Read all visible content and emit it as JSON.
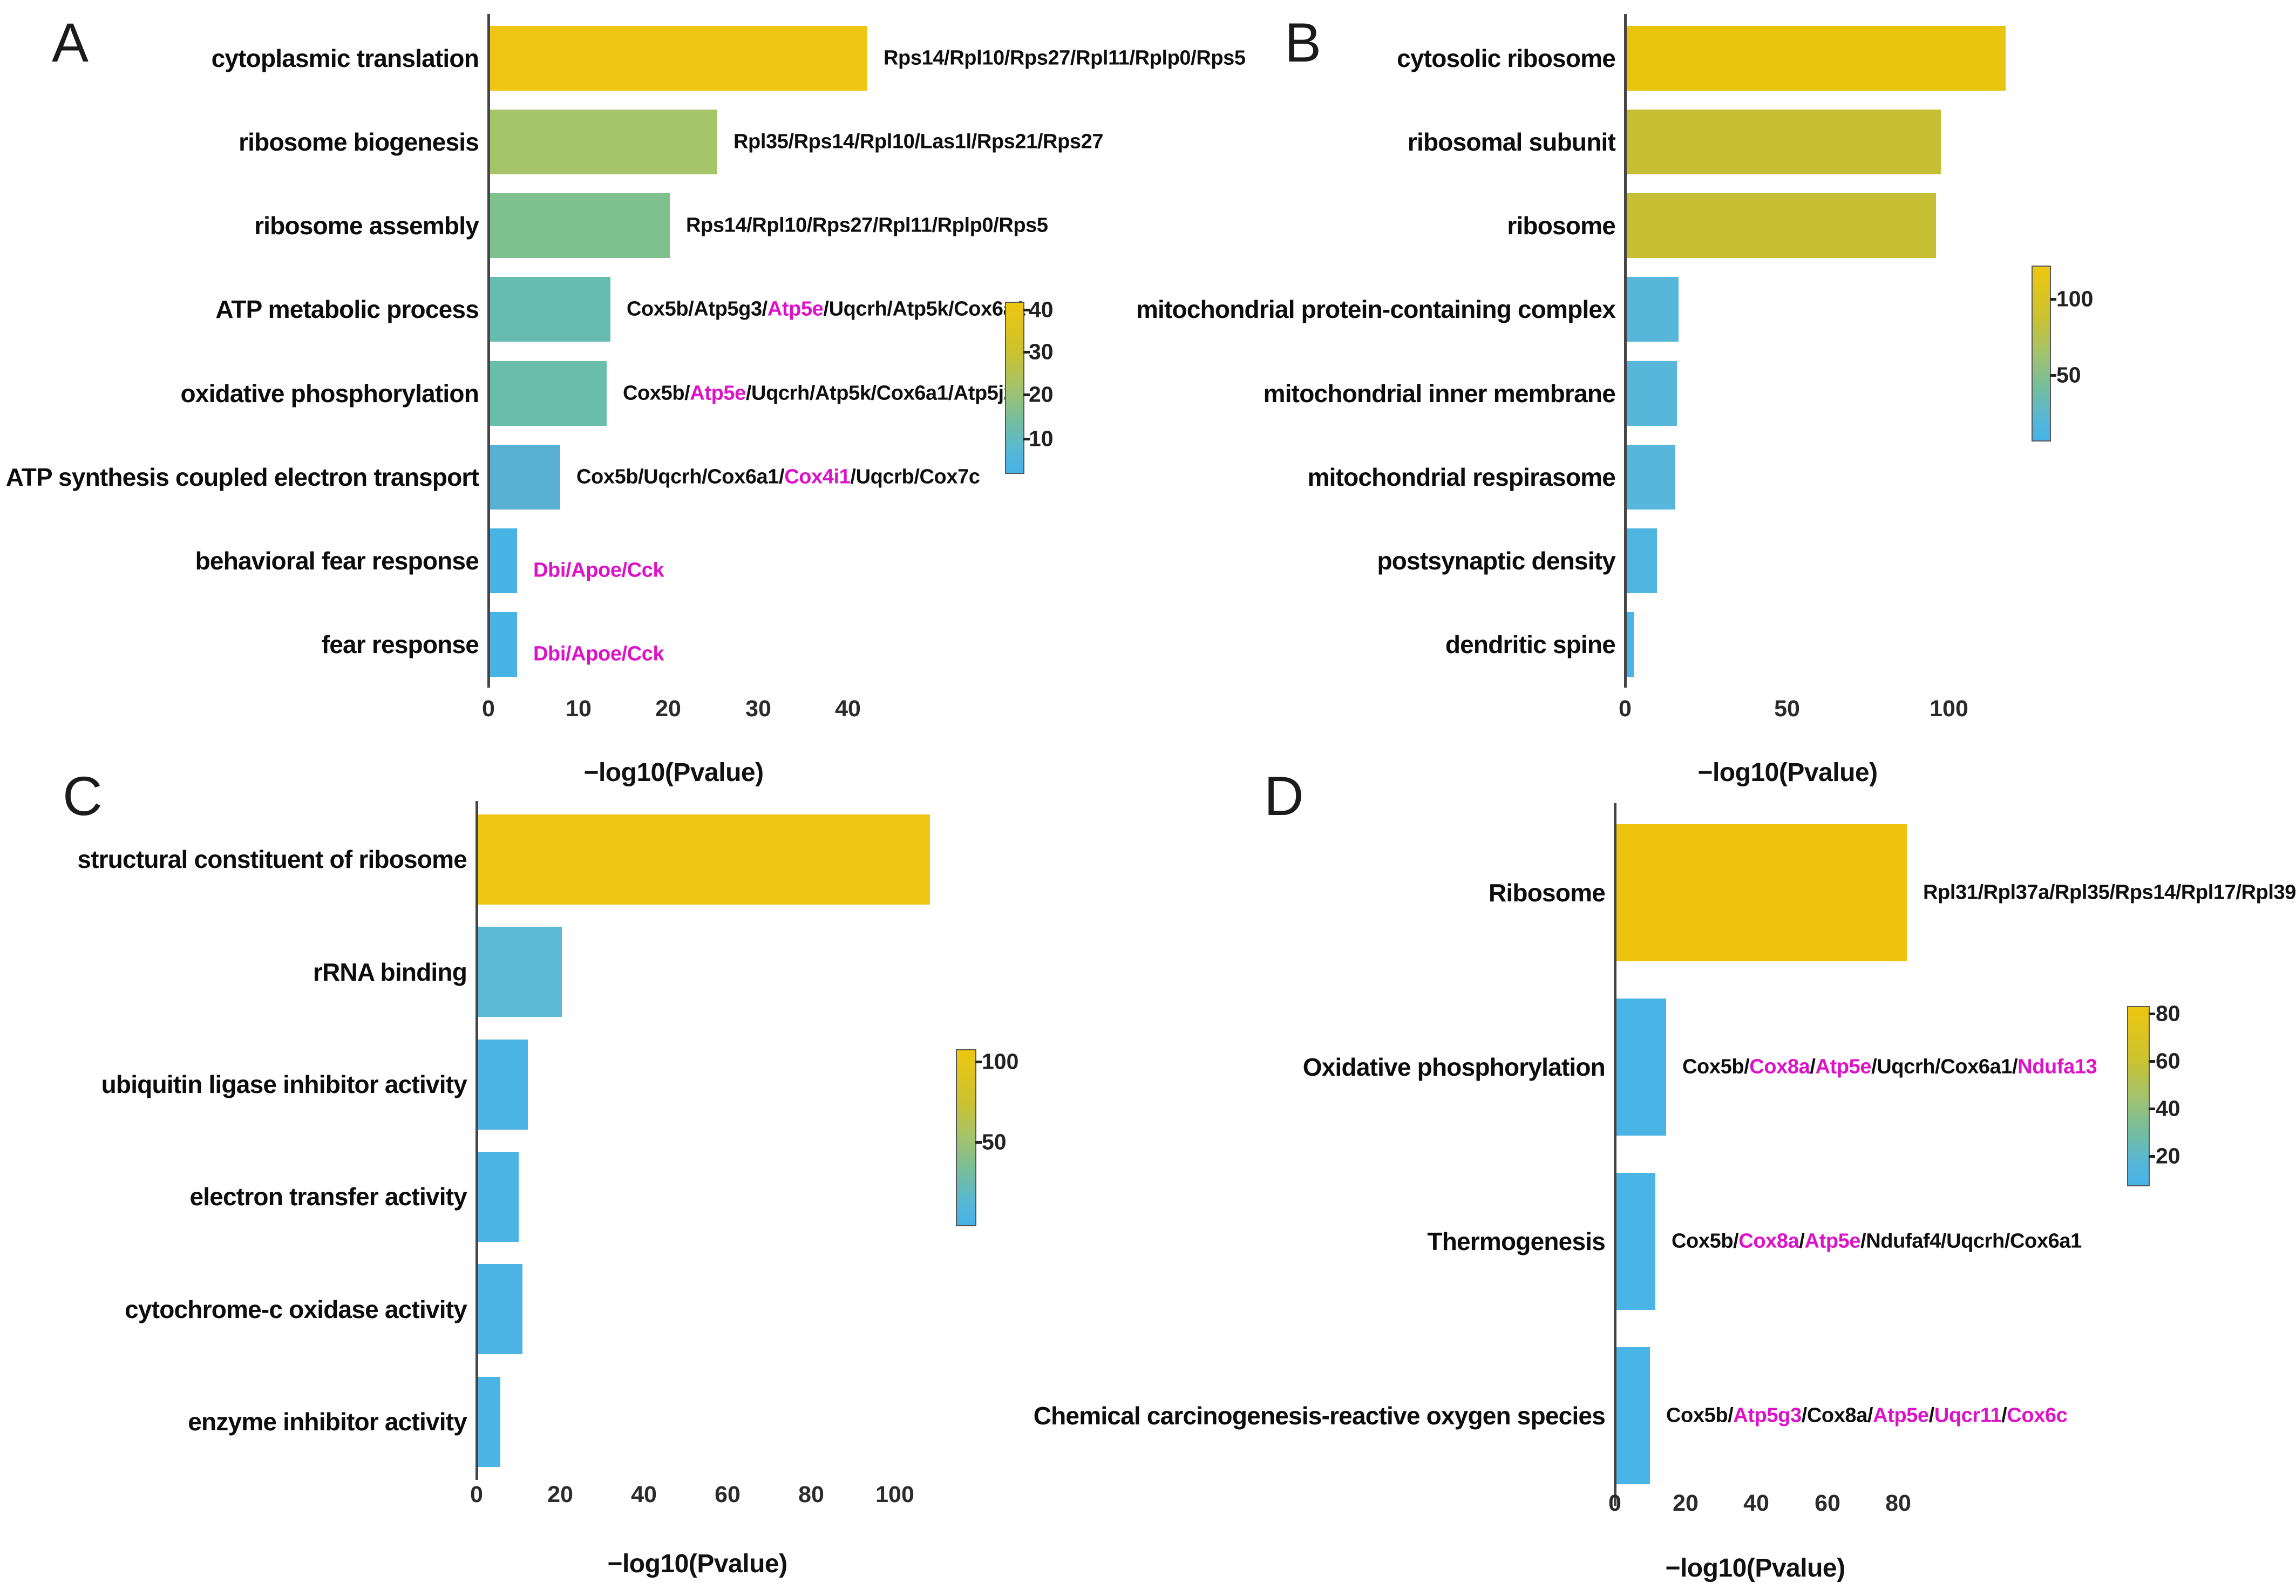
{
  "figure": {
    "background": "#ffffff",
    "text_color": "#0c0c0c",
    "highlight_color": "#dd12c8",
    "axis_color": "#454545"
  },
  "chart_data": [
    {
      "id": "A",
      "panel_label": "A",
      "type": "bar",
      "orientation": "horizontal",
      "xlabel": "−log10(Pvalue)",
      "x_ticks": [
        0,
        10,
        20,
        30,
        40
      ],
      "xlim": [
        0,
        47
      ],
      "grid": false,
      "legend_position": "right",
      "colorbar": {
        "labels": [
          "40",
          "30",
          "20",
          "10"
        ],
        "top_color": "#eec70f",
        "bottom_color": "#47b2e9"
      },
      "categories": [
        "cytoplasmic translation",
        "ribosome biogenesis",
        "ribosome assembly",
        "ATP metabolic process",
        "oxidative phosphorylation",
        "ATP synthesis coupled electron transport",
        "behavioral fear response",
        "fear response"
      ],
      "values": [
        42,
        25.3,
        20,
        13.4,
        13,
        7.8,
        3.0,
        3.0
      ],
      "bar_colors": [
        "#eec613",
        "#a6c46a",
        "#7fc08f",
        "#66bcae",
        "#6abcab",
        "#58b1d3",
        "#49b3e6",
        "#49b3e6"
      ],
      "annotations": [
        [
          {
            "text": "Rps14/Rpl10/Rps27/Rpl11/Rplp0/Rps5",
            "highlight": false
          }
        ],
        [
          {
            "text": "Rpl35/Rps14/Rpl10/Las1l/Rps21/Rps27",
            "highlight": false
          }
        ],
        [
          {
            "text": "Rps14/Rpl10/Rps27/Rpl11/Rplp0/Rps5",
            "highlight": false
          }
        ],
        [
          {
            "text": "Cox5b/Atp5g3/",
            "highlight": false
          },
          {
            "text": "Atp5e",
            "highlight": true
          },
          {
            "text": "/Uqcrh/Atp5k/Cox6a1",
            "highlight": false
          }
        ],
        [
          {
            "text": "Cox5b/",
            "highlight": false
          },
          {
            "text": "Atp5e",
            "highlight": true
          },
          {
            "text": "/Uqcrh/Atp5k/Cox6a1/Atp5j2",
            "highlight": false
          }
        ],
        [
          {
            "text": "Cox5b/Uqcrh/Cox6a1/",
            "highlight": false
          },
          {
            "text": "Cox4i1",
            "highlight": true
          },
          {
            "text": "/Uqcrb/Cox7c",
            "highlight": false
          }
        ],
        [
          {
            "text": "Dbi/Apoe/Cck",
            "highlight": true
          }
        ],
        [
          {
            "text": "Dbi/Apoe/Cck",
            "highlight": true
          }
        ]
      ]
    },
    {
      "id": "B",
      "panel_label": "B",
      "type": "bar",
      "orientation": "horizontal",
      "xlabel": "−log10(Pvalue)",
      "x_ticks": [
        0,
        50,
        100
      ],
      "xlim": [
        0,
        131
      ],
      "grid": false,
      "legend_position": "right",
      "colorbar": {
        "labels": [
          "100",
          "50"
        ],
        "top_color": "#eec70f",
        "bottom_color": "#47b2e9"
      },
      "categories": [
        "cytosolic ribosome",
        "ribosomal subunit",
        "ribosome",
        "mitochondrial protein-containing complex",
        "mitochondrial inner membrane",
        "mitochondrial respirasome",
        "postsynaptic density",
        "dendritic spine"
      ],
      "values": [
        117,
        97,
        95.5,
        16,
        15.5,
        15,
        9.3,
        2.2
      ],
      "bar_colors": [
        "#e9c40e",
        "#c7bf33",
        "#c7bf33",
        "#58b6da",
        "#58b6da",
        "#56b6db",
        "#4fb5e1",
        "#49b4e6"
      ],
      "annotations": [
        [],
        [],
        [],
        [],
        [],
        [],
        [],
        []
      ]
    },
    {
      "id": "C",
      "panel_label": "C",
      "type": "bar",
      "orientation": "horizontal",
      "xlabel": "−log10(Pvalue)",
      "x_ticks": [
        0,
        20,
        40,
        60,
        80,
        100
      ],
      "xlim": [
        0,
        116
      ],
      "grid": false,
      "legend_position": "right",
      "colorbar": {
        "labels": [
          "100",
          "50"
        ],
        "top_color": "#eec70f",
        "bottom_color": "#47b2e9"
      },
      "categories": [
        "structural constituent of ribosome",
        "rRNA binding",
        "ubiquitin ligase inhibitor activity",
        "electron transfer activity",
        "cytochrome-c oxidase activity",
        "enzyme inhibitor activity"
      ],
      "values": [
        108,
        20,
        11.9,
        9.7,
        10.6,
        5.3
      ],
      "bar_colors": [
        "#eec613",
        "#5cb9d6",
        "#4bb4e4",
        "#4bb4e4",
        "#4bb4e4",
        "#4bb4e4"
      ],
      "annotations": [
        [],
        [],
        [],
        [],
        [],
        []
      ]
    },
    {
      "id": "D",
      "panel_label": "D",
      "type": "bar",
      "orientation": "horizontal",
      "xlabel": "−log10(Pvalue)",
      "x_ticks": [
        0,
        20,
        40,
        60,
        80
      ],
      "xlim": [
        0,
        93
      ],
      "grid": false,
      "legend_position": "right",
      "colorbar": {
        "labels": [
          "80",
          "60",
          "40",
          "20"
        ],
        "top_color": "#eec70f",
        "bottom_color": "#47b2e9"
      },
      "categories": [
        "Ribosome",
        "Oxidative phosphorylation",
        "Thermogenesis",
        "Chemical carcinogenesis-reactive oxygen species"
      ],
      "values": [
        82,
        14,
        11,
        9.5
      ],
      "bar_colors": [
        "#eec30f",
        "#4ab4e6",
        "#4ab4e6",
        "#4ab4e6"
      ],
      "annotations": [
        [
          {
            "text": "Rpl31/Rpl37a/Rpl35/Rps14/Rpl17/Rpl39",
            "highlight": false
          }
        ],
        [
          {
            "text": "Cox5b/",
            "highlight": false
          },
          {
            "text": "Cox8a",
            "highlight": true
          },
          {
            "text": "/",
            "highlight": false
          },
          {
            "text": "Atp5e",
            "highlight": true
          },
          {
            "text": "/Uqcrh/Cox6a1/",
            "highlight": false
          },
          {
            "text": "Ndufa13",
            "highlight": true
          }
        ],
        [
          {
            "text": "Cox5b/",
            "highlight": false
          },
          {
            "text": "Cox8a",
            "highlight": true
          },
          {
            "text": "/",
            "highlight": false
          },
          {
            "text": "Atp5e",
            "highlight": true
          },
          {
            "text": "/Ndufaf4/Uqcrh/Cox6a1",
            "highlight": false
          }
        ],
        [
          {
            "text": "Cox5b/",
            "highlight": false
          },
          {
            "text": "Atp5g3",
            "highlight": true
          },
          {
            "text": "/Cox8a/",
            "highlight": false
          },
          {
            "text": "Atp5e",
            "highlight": true
          },
          {
            "text": "/",
            "highlight": false
          },
          {
            "text": "Uqcr11",
            "highlight": true
          },
          {
            "text": "/",
            "highlight": false
          },
          {
            "text": "Cox6c",
            "highlight": true
          }
        ]
      ]
    }
  ]
}
